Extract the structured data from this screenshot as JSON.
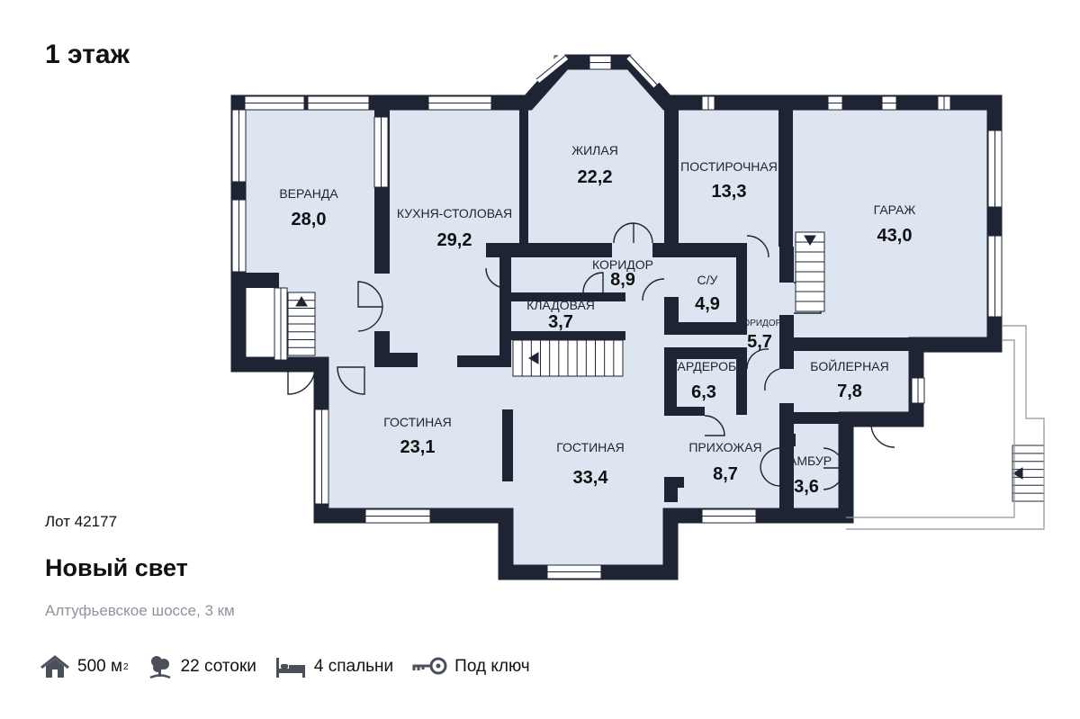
{
  "floor_title": "1 этаж",
  "colors": {
    "wall": "#1e2433",
    "floor": "#dde5f1",
    "window_fill": "#ffffff",
    "window_line": "#1e2433",
    "icon": "#4a4f5a",
    "muted_text": "#8e939d"
  },
  "rooms": [
    {
      "id": "veranda",
      "name": "ВЕРАНДА",
      "area": "28,0"
    },
    {
      "id": "kitchen",
      "name": "КУХНЯ-СТОЛОВАЯ",
      "area": "29,2"
    },
    {
      "id": "living-bay",
      "name": "ЖИЛАЯ",
      "area": "22,2"
    },
    {
      "id": "utility",
      "name": "ПОСТИРОЧНАЯ",
      "area": "13,3"
    },
    {
      "id": "garage",
      "name": "ГАРАЖ",
      "area": "43,0"
    },
    {
      "id": "corridor-main",
      "name": "КОРИДОР",
      "area": "8,9"
    },
    {
      "id": "storage",
      "name": "КЛАДОВАЯ",
      "area": "3,7"
    },
    {
      "id": "bathroom",
      "name": "С/У",
      "area": "4,9"
    },
    {
      "id": "corridor-small",
      "name": "КОРИДОР",
      "area": "5,7"
    },
    {
      "id": "wardrobe",
      "name": "ГАРДЕРОБ",
      "area": "6,3"
    },
    {
      "id": "boiler",
      "name": "БОЙЛЕРНАЯ",
      "area": "7,8"
    },
    {
      "id": "living-left",
      "name": "ГОСТИНАЯ",
      "area": "23,1"
    },
    {
      "id": "living-main",
      "name": "ГОСТИНАЯ",
      "area": "33,4"
    },
    {
      "id": "hallway",
      "name": "ПРИХОЖАЯ",
      "area": "8,7"
    },
    {
      "id": "vestibule",
      "name": "ТАМБУР",
      "area": "3,6"
    }
  ],
  "lot": "Лот 42177",
  "project_name": "Новый свет",
  "location": "Алтуфьевское шоссе, 3 км",
  "features": [
    {
      "icon": "house-icon",
      "text": "500 м",
      "sup": "2"
    },
    {
      "icon": "tree-icon",
      "text": "22 сотоки"
    },
    {
      "icon": "bed-icon",
      "text": "4 спальни"
    },
    {
      "icon": "key-icon",
      "text": "Под ключ"
    }
  ]
}
